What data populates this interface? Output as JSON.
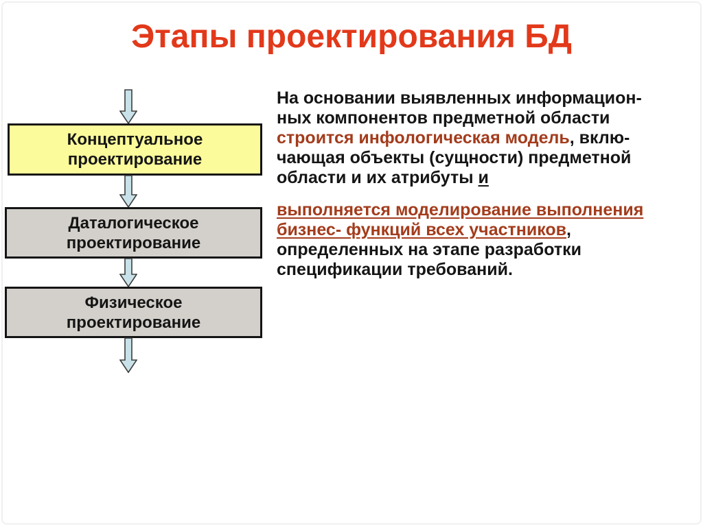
{
  "slide": {
    "title": "Этапы проектирования БД"
  },
  "diagram": {
    "arrow_icon": "block-arrow-down",
    "boxes": [
      {
        "name": "conceptual-design",
        "line1": "Концептуальное",
        "line2": "проектирование"
      },
      {
        "name": "datalogical-design",
        "line1": "Даталогическое",
        "line2": "проектирование"
      },
      {
        "name": "physical-design",
        "line1": "Физическое",
        "line2": "проектирование"
      }
    ]
  },
  "main": {
    "p1": {
      "l1": "На основании выявленных информацион-",
      "l2": "ных компонентов предметной области",
      "l3a": "строится инфологическая модель",
      "l3b": ", вклю-",
      "l4": "чающая объекты (сущности) предметной",
      "l5a": "области и их атрибуты ",
      "l5b": "и"
    },
    "p2": {
      "l1": "выполняется моделирование выполнения",
      "l2a": "бизнес- функций всех участников",
      "l2b": ",",
      "l3": "определенных на этапе разработки",
      "l4": "спецификации требований."
    }
  },
  "colors": {
    "title_red": "#e2391b",
    "accent_red": "#a33c1c",
    "text_black": "#151515",
    "box_yellow": "#fbfb9b",
    "box_gray": "#d3d0cb",
    "box_border": "#141414",
    "arrow_fill": "#c9e2ea",
    "arrow_stroke": "#3c3c3c"
  }
}
